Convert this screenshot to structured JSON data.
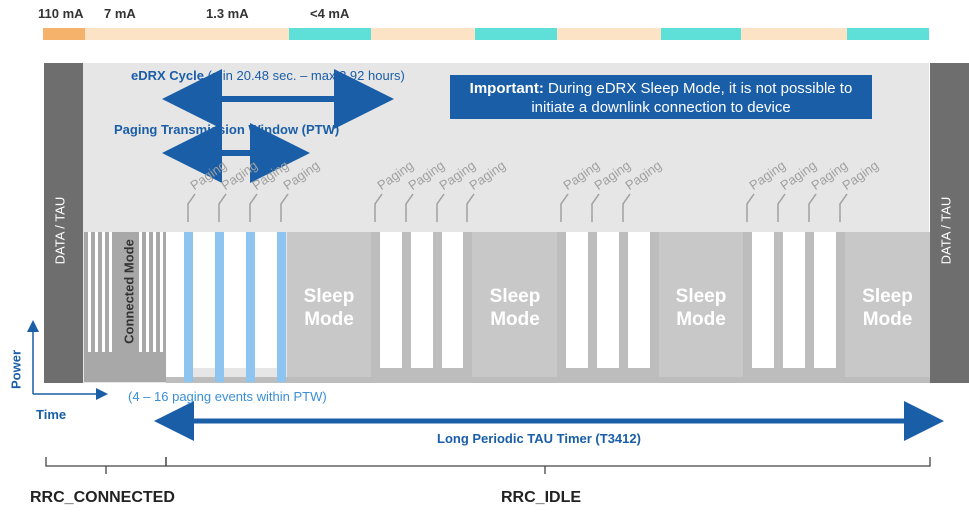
{
  "current_labels": [
    "110 mA",
    "7 mA",
    "1.3 mA",
    "<4 mA"
  ],
  "current_bar_colors": {
    "high": "#f5b26b",
    "medium": "#fde3c6",
    "low": "#5ee0d8"
  },
  "side_label_left": "DATA / TAU",
  "side_label_right": "DATA / TAU",
  "connected_mode_label": "Connected Mode",
  "edrx": {
    "bold": "eDRX Cycle",
    "rest": " (min 20.48 sec. – max 2.92 hours)"
  },
  "ptw_label": "Paging Transmission Window (PTW)",
  "important": {
    "bold": "Important:",
    "rest": " During eDRX Sleep Mode, it is not possible to initiate a downlink connection to device"
  },
  "paging_label": "Paging",
  "sleep_mode": {
    "line1": "Sleep",
    "line2": "Mode"
  },
  "axes": {
    "y": "Power",
    "x": "Time"
  },
  "paging_events_note": "(4 – 16 paging events within PTW)",
  "tau_timer_label": "Long Periodic TAU Timer (T3412)",
  "rrc_connected": "RRC_CONNECTED",
  "rrc_idle": "RRC_IDLE",
  "colors": {
    "accent_blue": "#1a5ea8",
    "light_blue": "#8ec4f0",
    "gray": "#bdbdbd",
    "dark_gray": "#6e6e6e"
  }
}
